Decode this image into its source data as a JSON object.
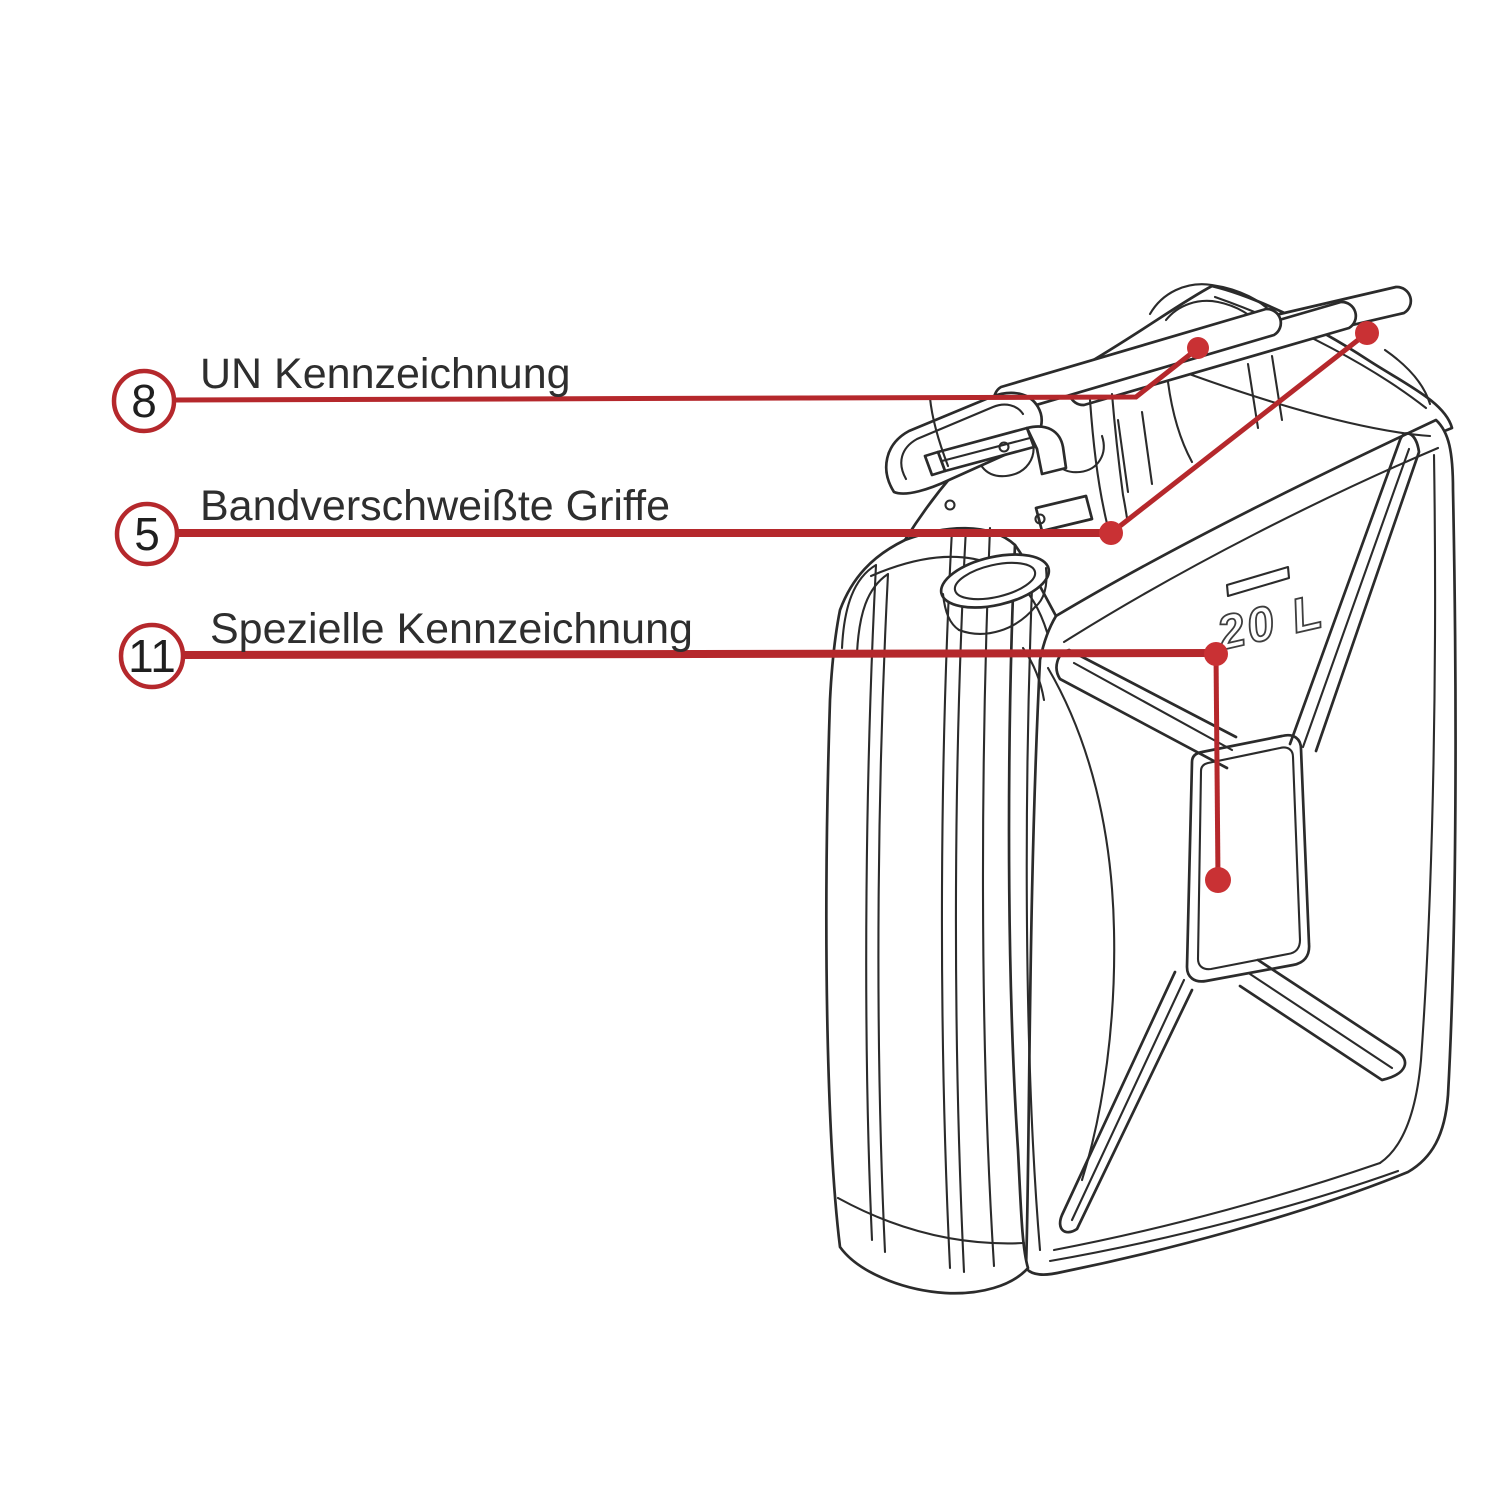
{
  "page": {
    "background_color": "#ffffff",
    "type": "technical-annotation-diagram"
  },
  "illustration": {
    "subject": "jerry-can-20l-line-drawing",
    "capacity_label": "20 L",
    "line_color": "#2b2b2b"
  },
  "annotation": {
    "accent_color": "#b5282c",
    "dot_color": "#c93134",
    "label_color": "#2e2e2e",
    "number_color": "#1f1f1f",
    "callouts": [
      {
        "number": "8",
        "label": "UN Kennzeichnung"
      },
      {
        "number": "5",
        "label": "Bandverschweißte Griffe"
      },
      {
        "number": "11",
        "label": "Spezielle Kennzeichnung"
      }
    ]
  }
}
